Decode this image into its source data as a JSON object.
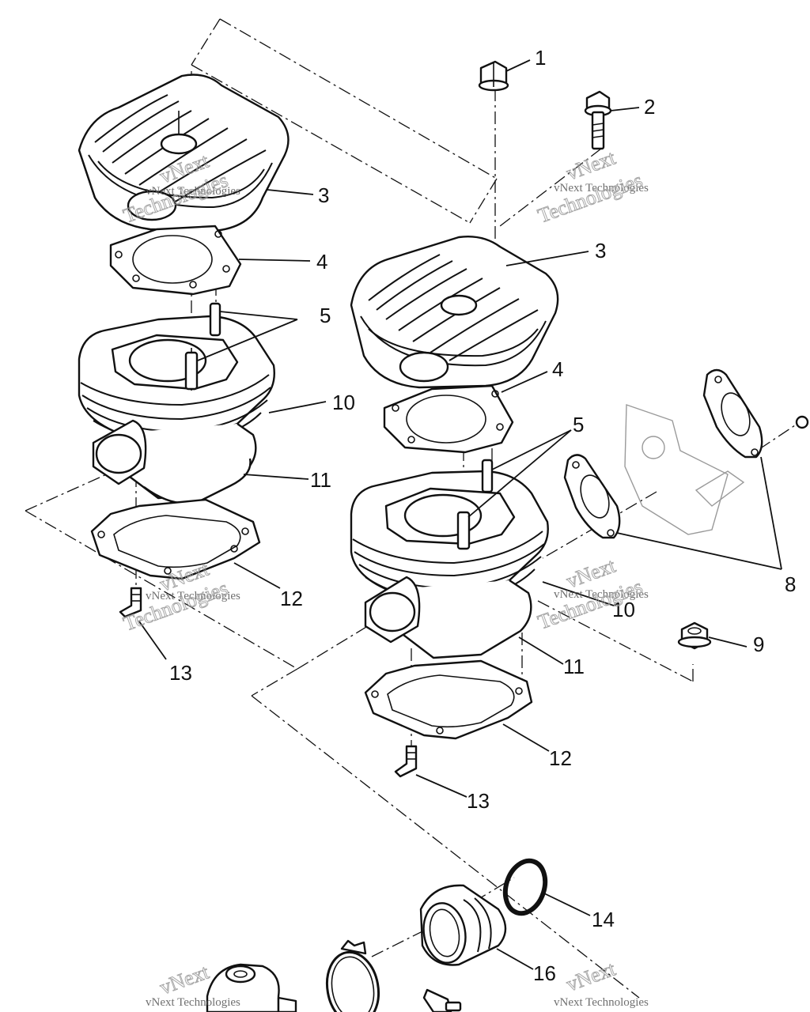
{
  "callouts": {
    "c1": "1",
    "c2": "2",
    "c3a": "3",
    "c3b": "3",
    "c4a": "4",
    "c4b": "4",
    "c5a": "5",
    "c5b": "5",
    "c8": "8",
    "c9": "9",
    "c10a": "10",
    "c10b": "10",
    "c11a": "11",
    "c11b": "11",
    "c12a": "12",
    "c12b": "12",
    "c13a": "13",
    "c13b": "13",
    "c14": "14",
    "c16": "16"
  },
  "watermark": {
    "brand": "vNext",
    "line": "vNext Technologies",
    "word": "Technologies"
  }
}
